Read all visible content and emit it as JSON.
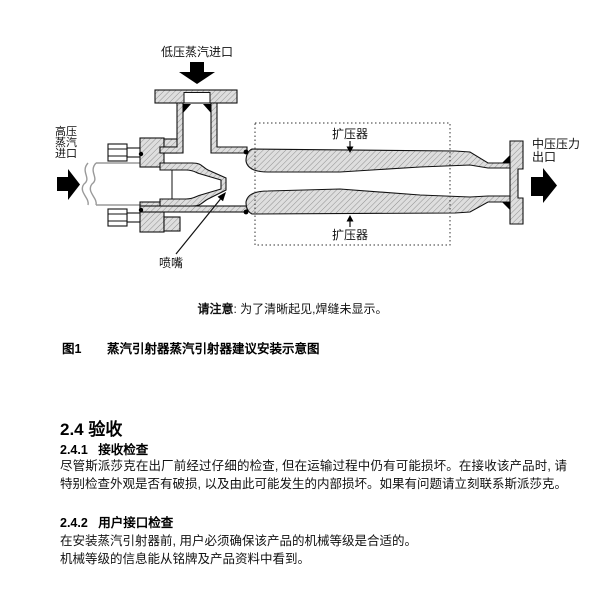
{
  "diagram": {
    "labels": {
      "top_inlet": "低压蒸汽进口",
      "left_inlet_lines": [
        "高压",
        "蒸汽",
        "进口"
      ],
      "diffuser_top": "扩压器",
      "diffuser_bottom": "扩压器",
      "outlet_line1": "中压压力",
      "outlet_line2": "出口",
      "nozzle": "喷嘴"
    },
    "colors": {
      "outline": "#111111",
      "hatch_fill": "#dedede",
      "hatch_line": "#909090",
      "broken_pipe_gray": "#9a9a9a",
      "arrow_black": "#000000"
    }
  },
  "note": {
    "bold": "请注意",
    "rest": ": 为了清晰起见,焊缝未显示。"
  },
  "figure_caption": {
    "number": "图1",
    "text": "蒸汽引射器蒸汽引射器建议安装示意图"
  },
  "sections": {
    "h24": "2.4 验收",
    "h241_num": "2.4.1",
    "h241_title": "接收检查",
    "p241": "尽管斯派莎克在出厂前经过仔细的检查, 但在运输过程中仍有可能损坏。在接收该产品时, 请特别检查外观是否有破损, 以及由此可能发生的内部损坏。如果有问题请立刻联系斯派莎克。",
    "h242_num": "2.4.2",
    "h242_title": "用户接口检查",
    "p242_l1": "在安装蒸汽引射器前, 用户必须确保该产品的机械等级是合适的。",
    "p242_l2": "机械等级的信息能从铭牌及产品资料中看到。"
  }
}
